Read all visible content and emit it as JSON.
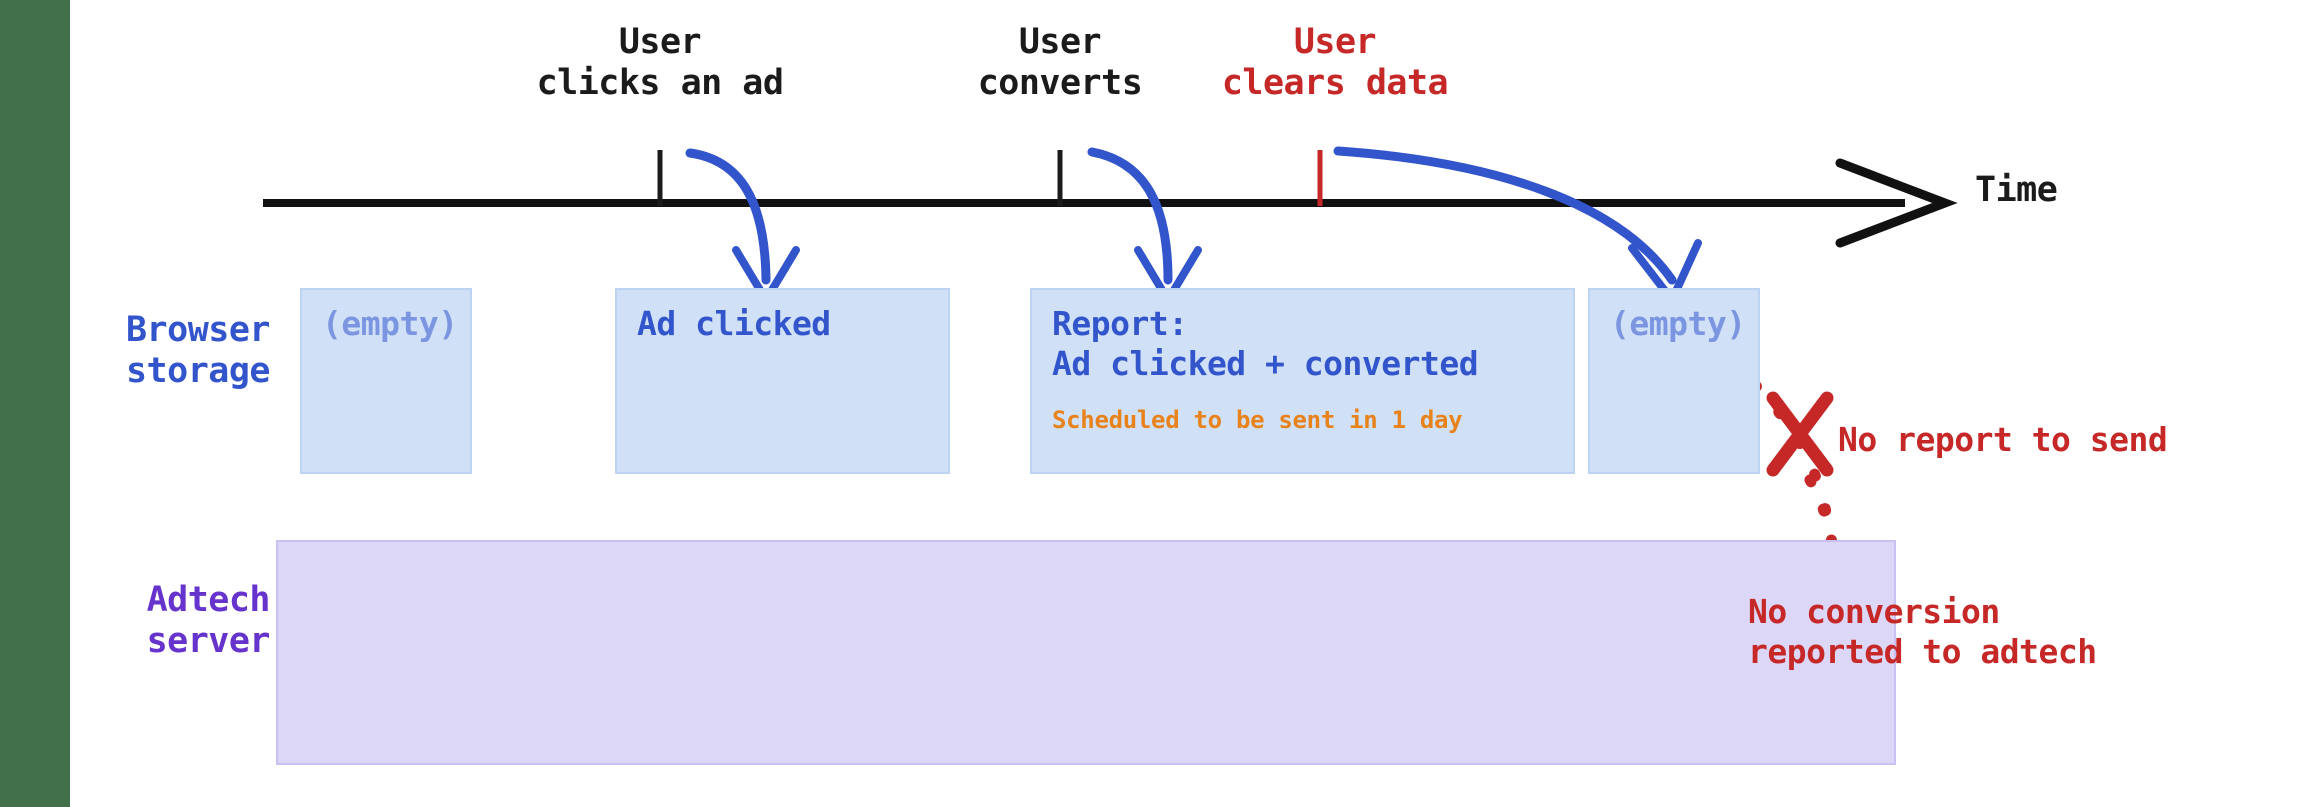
{
  "timeline": {
    "axis_label": "Time",
    "events": [
      {
        "id": "click",
        "caption": "User\nclicks an ad",
        "color": "#1b1b1b"
      },
      {
        "id": "convert",
        "caption": "User\nconverts",
        "color": "#1b1b1b"
      },
      {
        "id": "clear",
        "caption": "User\nclears data",
        "color": "#c62828"
      }
    ]
  },
  "rows": {
    "browser": {
      "label": "Browser\nstorage",
      "color": "#3355cc"
    },
    "adtech": {
      "label": "Adtech\nserver",
      "color": "#6633cc"
    }
  },
  "browser_states": [
    {
      "id": "state-initial",
      "text": "(empty)",
      "state": "empty"
    },
    {
      "id": "state-clicked",
      "text": "Ad clicked",
      "state": "filled"
    },
    {
      "id": "state-report",
      "text": "Report:\nAd clicked + converted",
      "state": "filled",
      "subtext": "Scheduled to be sent in 1 day"
    },
    {
      "id": "state-cleared",
      "text": "(empty)",
      "state": "empty"
    }
  ],
  "annotations": {
    "no_report": "No report to send",
    "no_conversion": "No conversion\nreported to adtech"
  },
  "colors": {
    "strip": "#42704b",
    "box_fill": "#cfe0f7",
    "box_border": "#bcd4f2",
    "adtech_fill": "#ddd7f7",
    "adtech_border": "#c9bff0",
    "blue_arrow": "#3355cc",
    "red": "#c62828",
    "orange": "#e8821a",
    "empty_text": "#7b95e0"
  }
}
